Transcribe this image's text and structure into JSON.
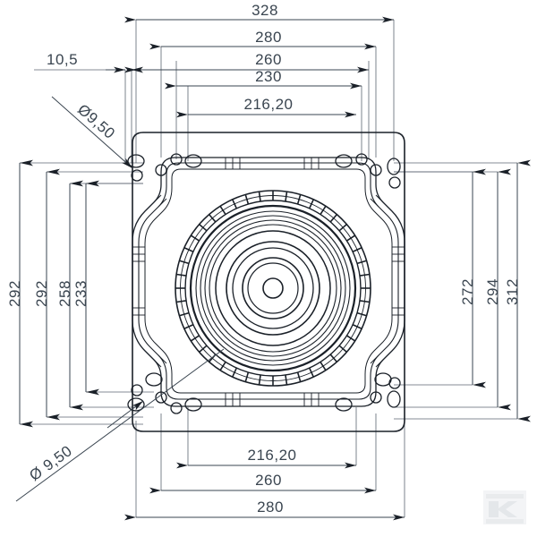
{
  "drawing": {
    "title": "Mounting plate technical drawing",
    "type": "engineering-dimension-drawing",
    "units": "mm",
    "colors": {
      "background": "#ffffff",
      "outline": "#1a2028",
      "dimension_line": "#3a4550",
      "dimension_text": "#3a4550",
      "watermark": "#eef0f2"
    }
  },
  "dimensions": {
    "top": [
      {
        "label": "328",
        "value": 328
      },
      {
        "label": "280",
        "value": 280
      },
      {
        "label": "260",
        "value": 260
      },
      {
        "label": "230",
        "value": 230
      },
      {
        "label": "216,20",
        "value": 216.2
      }
    ],
    "bottom": [
      {
        "label": "216,20",
        "value": 216.2
      },
      {
        "label": "260",
        "value": 260
      },
      {
        "label": "280",
        "value": 280
      }
    ],
    "left": [
      {
        "label": "292",
        "value": 292
      },
      {
        "label": "292",
        "value": 292
      },
      {
        "label": "258",
        "value": 258
      },
      {
        "label": "233",
        "value": 233
      }
    ],
    "right": [
      {
        "label": "272",
        "value": 272
      },
      {
        "label": "294",
        "value": 294
      },
      {
        "label": "312",
        "value": 312
      }
    ],
    "offset": {
      "label": "10,5",
      "value": 10.5
    },
    "holes": [
      {
        "label": "Ø9,50",
        "value": 9.5,
        "position": "top-left"
      },
      {
        "label": "Ø 9,50",
        "value": 9.5,
        "position": "bottom-left"
      }
    ]
  },
  "watermark": {
    "label": "K"
  }
}
